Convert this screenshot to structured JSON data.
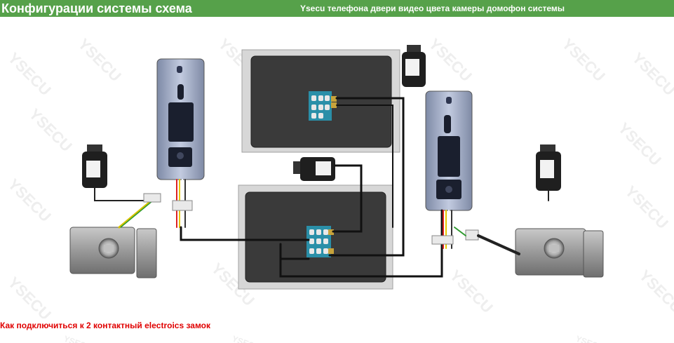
{
  "header": {
    "title": "Конфигурации системы схема",
    "subtitle": "Ysecu телефона двери видео цвета камеры домофон системы",
    "background_color": "#56a14a"
  },
  "diagram": {
    "watermark_text": "YSECU",
    "components": {
      "monitors": [
        "indoor-monitor-top",
        "indoor-monitor-bottom"
      ],
      "outdoor_cameras": [
        "outdoor-camera-left",
        "outdoor-camera-right"
      ],
      "power_adapters": [
        "power-adapter-left",
        "power-adapter-monitor-top",
        "power-adapter-monitor-bottom",
        "power-adapter-right"
      ],
      "locks": [
        "electric-lock-left",
        "electric-lock-right"
      ]
    }
  },
  "caption": {
    "text": "Как подключиться к 2 контактный electroics замок",
    "color": "#e00000"
  }
}
